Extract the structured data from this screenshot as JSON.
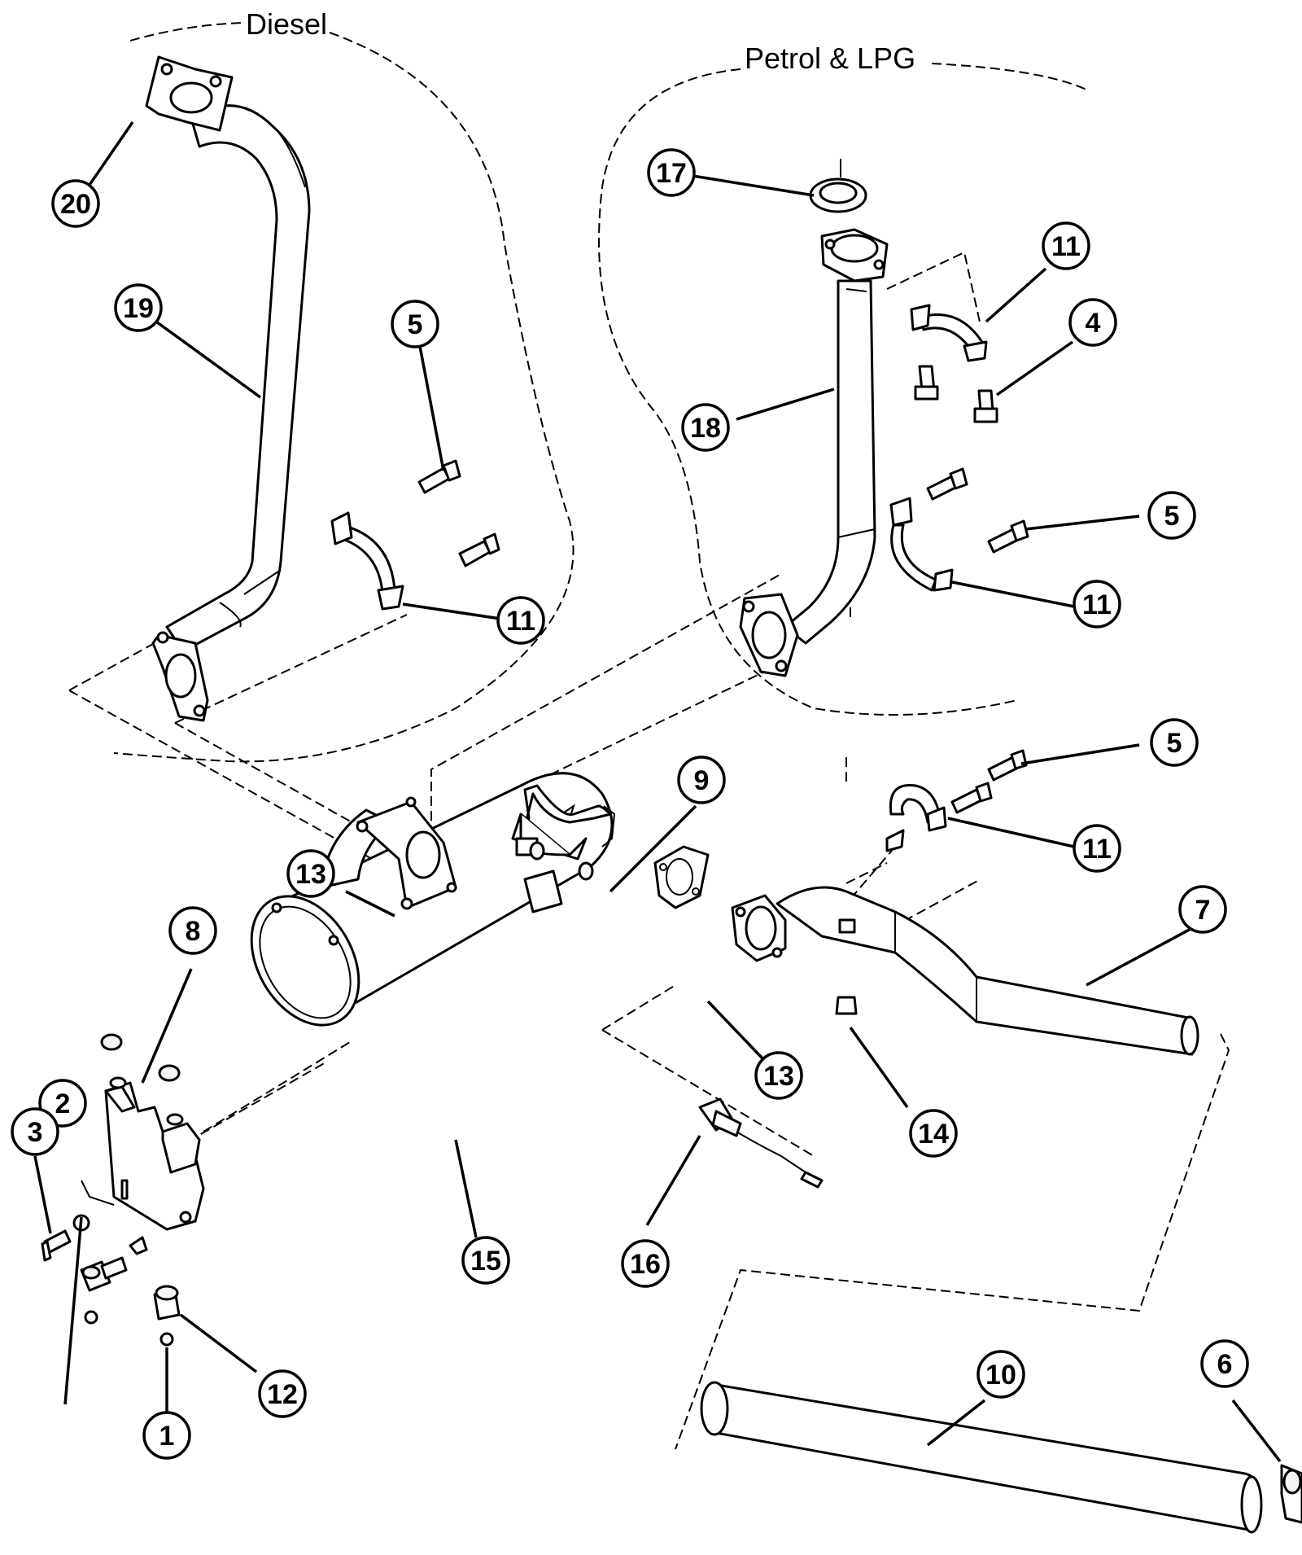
{
  "groups": {
    "diesel": "Diesel",
    "petrol_lpg": "Petrol & LPG"
  },
  "callouts": [
    {
      "id": "c20",
      "label": "20"
    },
    {
      "id": "c19",
      "label": "19"
    },
    {
      "id": "c5a",
      "label": "5"
    },
    {
      "id": "c11a",
      "label": "11"
    },
    {
      "id": "c17",
      "label": "17"
    },
    {
      "id": "c11b",
      "label": "11"
    },
    {
      "id": "c4",
      "label": "4"
    },
    {
      "id": "c18",
      "label": "18"
    },
    {
      "id": "c5b",
      "label": "5"
    },
    {
      "id": "c11c",
      "label": "11"
    },
    {
      "id": "c5c",
      "label": "5"
    },
    {
      "id": "c9",
      "label": "9"
    },
    {
      "id": "c11d",
      "label": "11"
    },
    {
      "id": "c13a",
      "label": "13"
    },
    {
      "id": "c7",
      "label": "7"
    },
    {
      "id": "c8",
      "label": "8"
    },
    {
      "id": "c13b",
      "label": "13"
    },
    {
      "id": "c2",
      "label": "2"
    },
    {
      "id": "c14",
      "label": "14"
    },
    {
      "id": "c3",
      "label": "3"
    },
    {
      "id": "c15",
      "label": "15"
    },
    {
      "id": "c16",
      "label": "16"
    },
    {
      "id": "c10",
      "label": "10"
    },
    {
      "id": "c6",
      "label": "6"
    },
    {
      "id": "c12",
      "label": "12"
    },
    {
      "id": "c1",
      "label": "1"
    }
  ]
}
